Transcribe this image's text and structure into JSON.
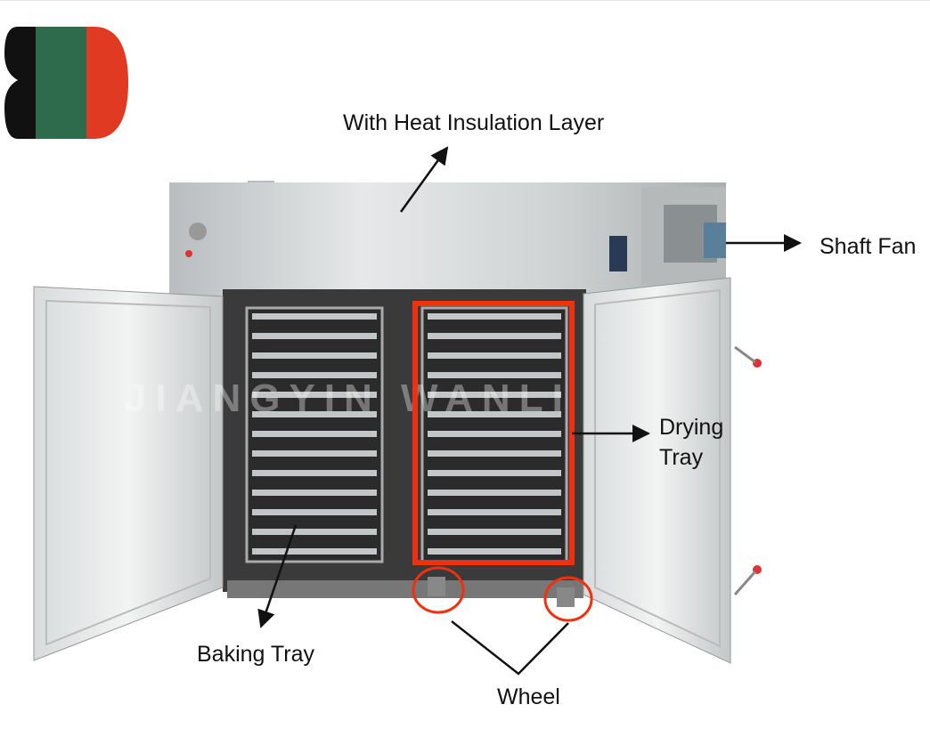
{
  "logo": {
    "colors": [
      "#111111",
      "#2e6b4c",
      "#e03a22"
    ]
  },
  "watermark": "JIANGYIN WANLI",
  "labels": {
    "insulation": "With Heat Insulation Layer",
    "shaft_fan": "Shaft Fan",
    "drying_tray_line1": "Drying",
    "drying_tray_line2": "Tray",
    "baking_tray": "Baking Tray",
    "wheel": "Wheel"
  },
  "colors": {
    "highlight": "#f0300f",
    "steel": "#c9cccd"
  }
}
